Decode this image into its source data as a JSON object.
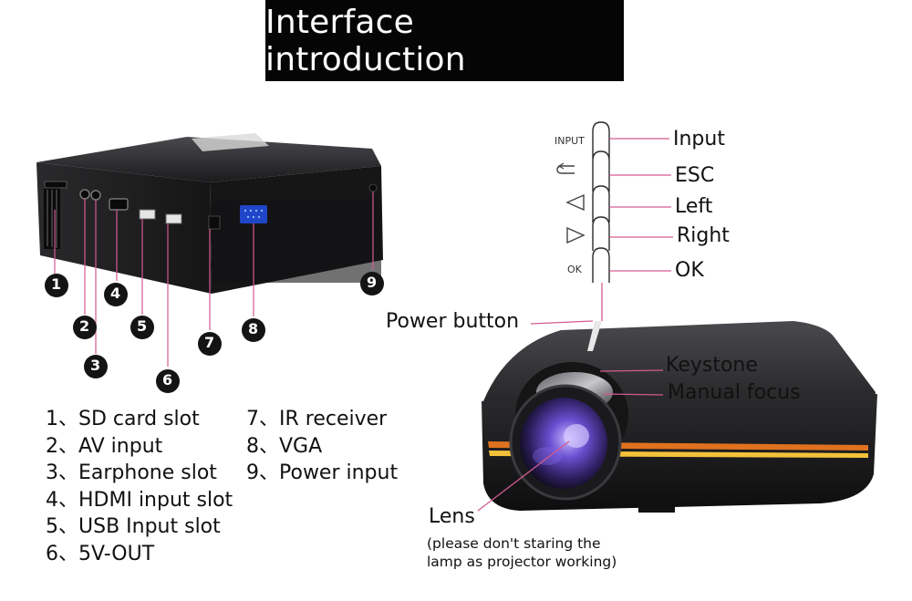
{
  "title": "Interface introduction",
  "ports_legend": [
    "1、SD card slot",
    "2、AV input",
    "3、Earphone slot",
    "4、HDMI input slot",
    "5、USB Input slot",
    "6、5V-OUT",
    "7、IR receiver",
    "8、VGA",
    "9、Power input"
  ],
  "badges": [
    "1",
    "2",
    "3",
    "4",
    "5",
    "6",
    "7",
    "8",
    "9"
  ],
  "control_buttons": {
    "input_key": "INPUT",
    "ok_key": "OK",
    "labels": [
      "Input",
      "ESC",
      "Left",
      "Right",
      "OK"
    ]
  },
  "front_labels": {
    "power_button": "Power button",
    "keystone": "Keystone",
    "manual_focus": "Manual focus",
    "lens": "Lens",
    "lens_note_1": "(please don't staring the",
    "lens_note_2": "lamp as projector working)"
  },
  "colors": {
    "leader_line": "#d35a91",
    "stripe_orange": "#e0711e",
    "stripe_yellow": "#f3c23a",
    "body": "#1d1d1f"
  }
}
